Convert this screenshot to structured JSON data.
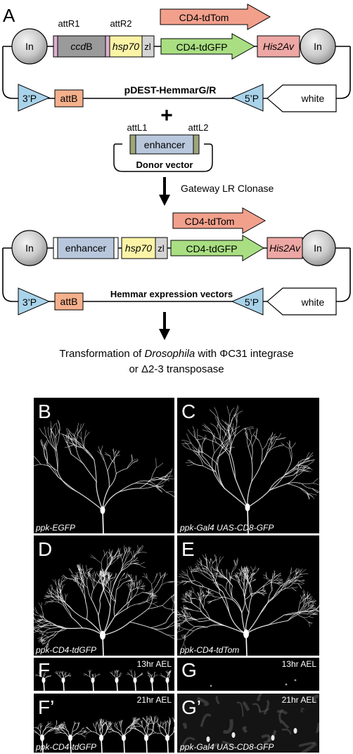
{
  "panel_a": {
    "letter": "A",
    "dest": {
      "attR1": "attR1",
      "attR2": "attR2",
      "in_left": "In",
      "in_right": "In",
      "ccdB_italic": "ccd",
      "ccdB_plain": "B",
      "hsp70": "hsp70",
      "zl": "zl",
      "cd4_tdtom": "CD4-tdTom",
      "cd4_tdgfp": "CD4-tdGFP",
      "his2av": "His2Av",
      "p3": "3’P",
      "attB": "attB",
      "name": "pDEST-HemmarG/R",
      "p5": "5’P",
      "white": "white"
    },
    "plus": "+",
    "donor": {
      "attL1": "attL1",
      "attL2": "attL2",
      "enhancer": "enhancer",
      "name": "Donor vector"
    },
    "gateway": "Gateway LR Clonase",
    "expr": {
      "in_left": "In",
      "in_right": "In",
      "enhancer": "enhancer",
      "hsp70": "hsp70",
      "zl": "zl",
      "cd4_tdtom": "CD4-tdTom",
      "cd4_tdgfp": "CD4-tdGFP",
      "his2av": "His2Av",
      "p3": "3’P",
      "attB": "attB",
      "name": "Hemmar expression vectors",
      "p5": "5’P",
      "white": "white"
    },
    "transform_line1_a": "Transformation of ",
    "transform_line1_species": "Drosophila",
    "transform_line1_b": " with ΦC31 integrase",
    "transform_line2": "or Δ2-3 transposase"
  },
  "panels": {
    "B": {
      "letter": "B",
      "caption": "ppk-EGFP"
    },
    "C": {
      "letter": "C",
      "caption": "ppk-Gal4 UAS-CD8-GFP"
    },
    "D": {
      "letter": "D",
      "caption": "ppk-CD4-tdGFP"
    },
    "E": {
      "letter": "E",
      "caption": "ppk-CD4-tdTom"
    },
    "F": {
      "letter": "F",
      "time": "13hr AEL"
    },
    "G": {
      "letter": "G",
      "time": "13hr AEL"
    },
    "F2": {
      "letter": "F’",
      "time": "21hr AEL",
      "caption": "ppk-CD4-tdGFP"
    },
    "G2": {
      "letter": "G’",
      "time": "21hr AEL",
      "caption": "ppk-Gal4 UAS-CD8-GFP"
    }
  },
  "colors": {
    "gfp_green": "#a9df82",
    "tdtom_red": "#f2a08c",
    "his2av_pink": "#eda7a4",
    "hsp70_yellow": "#fbf3a6",
    "enhancer_blue": "#b8c7dc",
    "attB_orange": "#f5b08c",
    "p_blue": "#a9d3ea",
    "ccdB_gray": "#9a9a9a",
    "att_pink": "#dbb0d0",
    "attL_olive": "#9ea67a"
  }
}
